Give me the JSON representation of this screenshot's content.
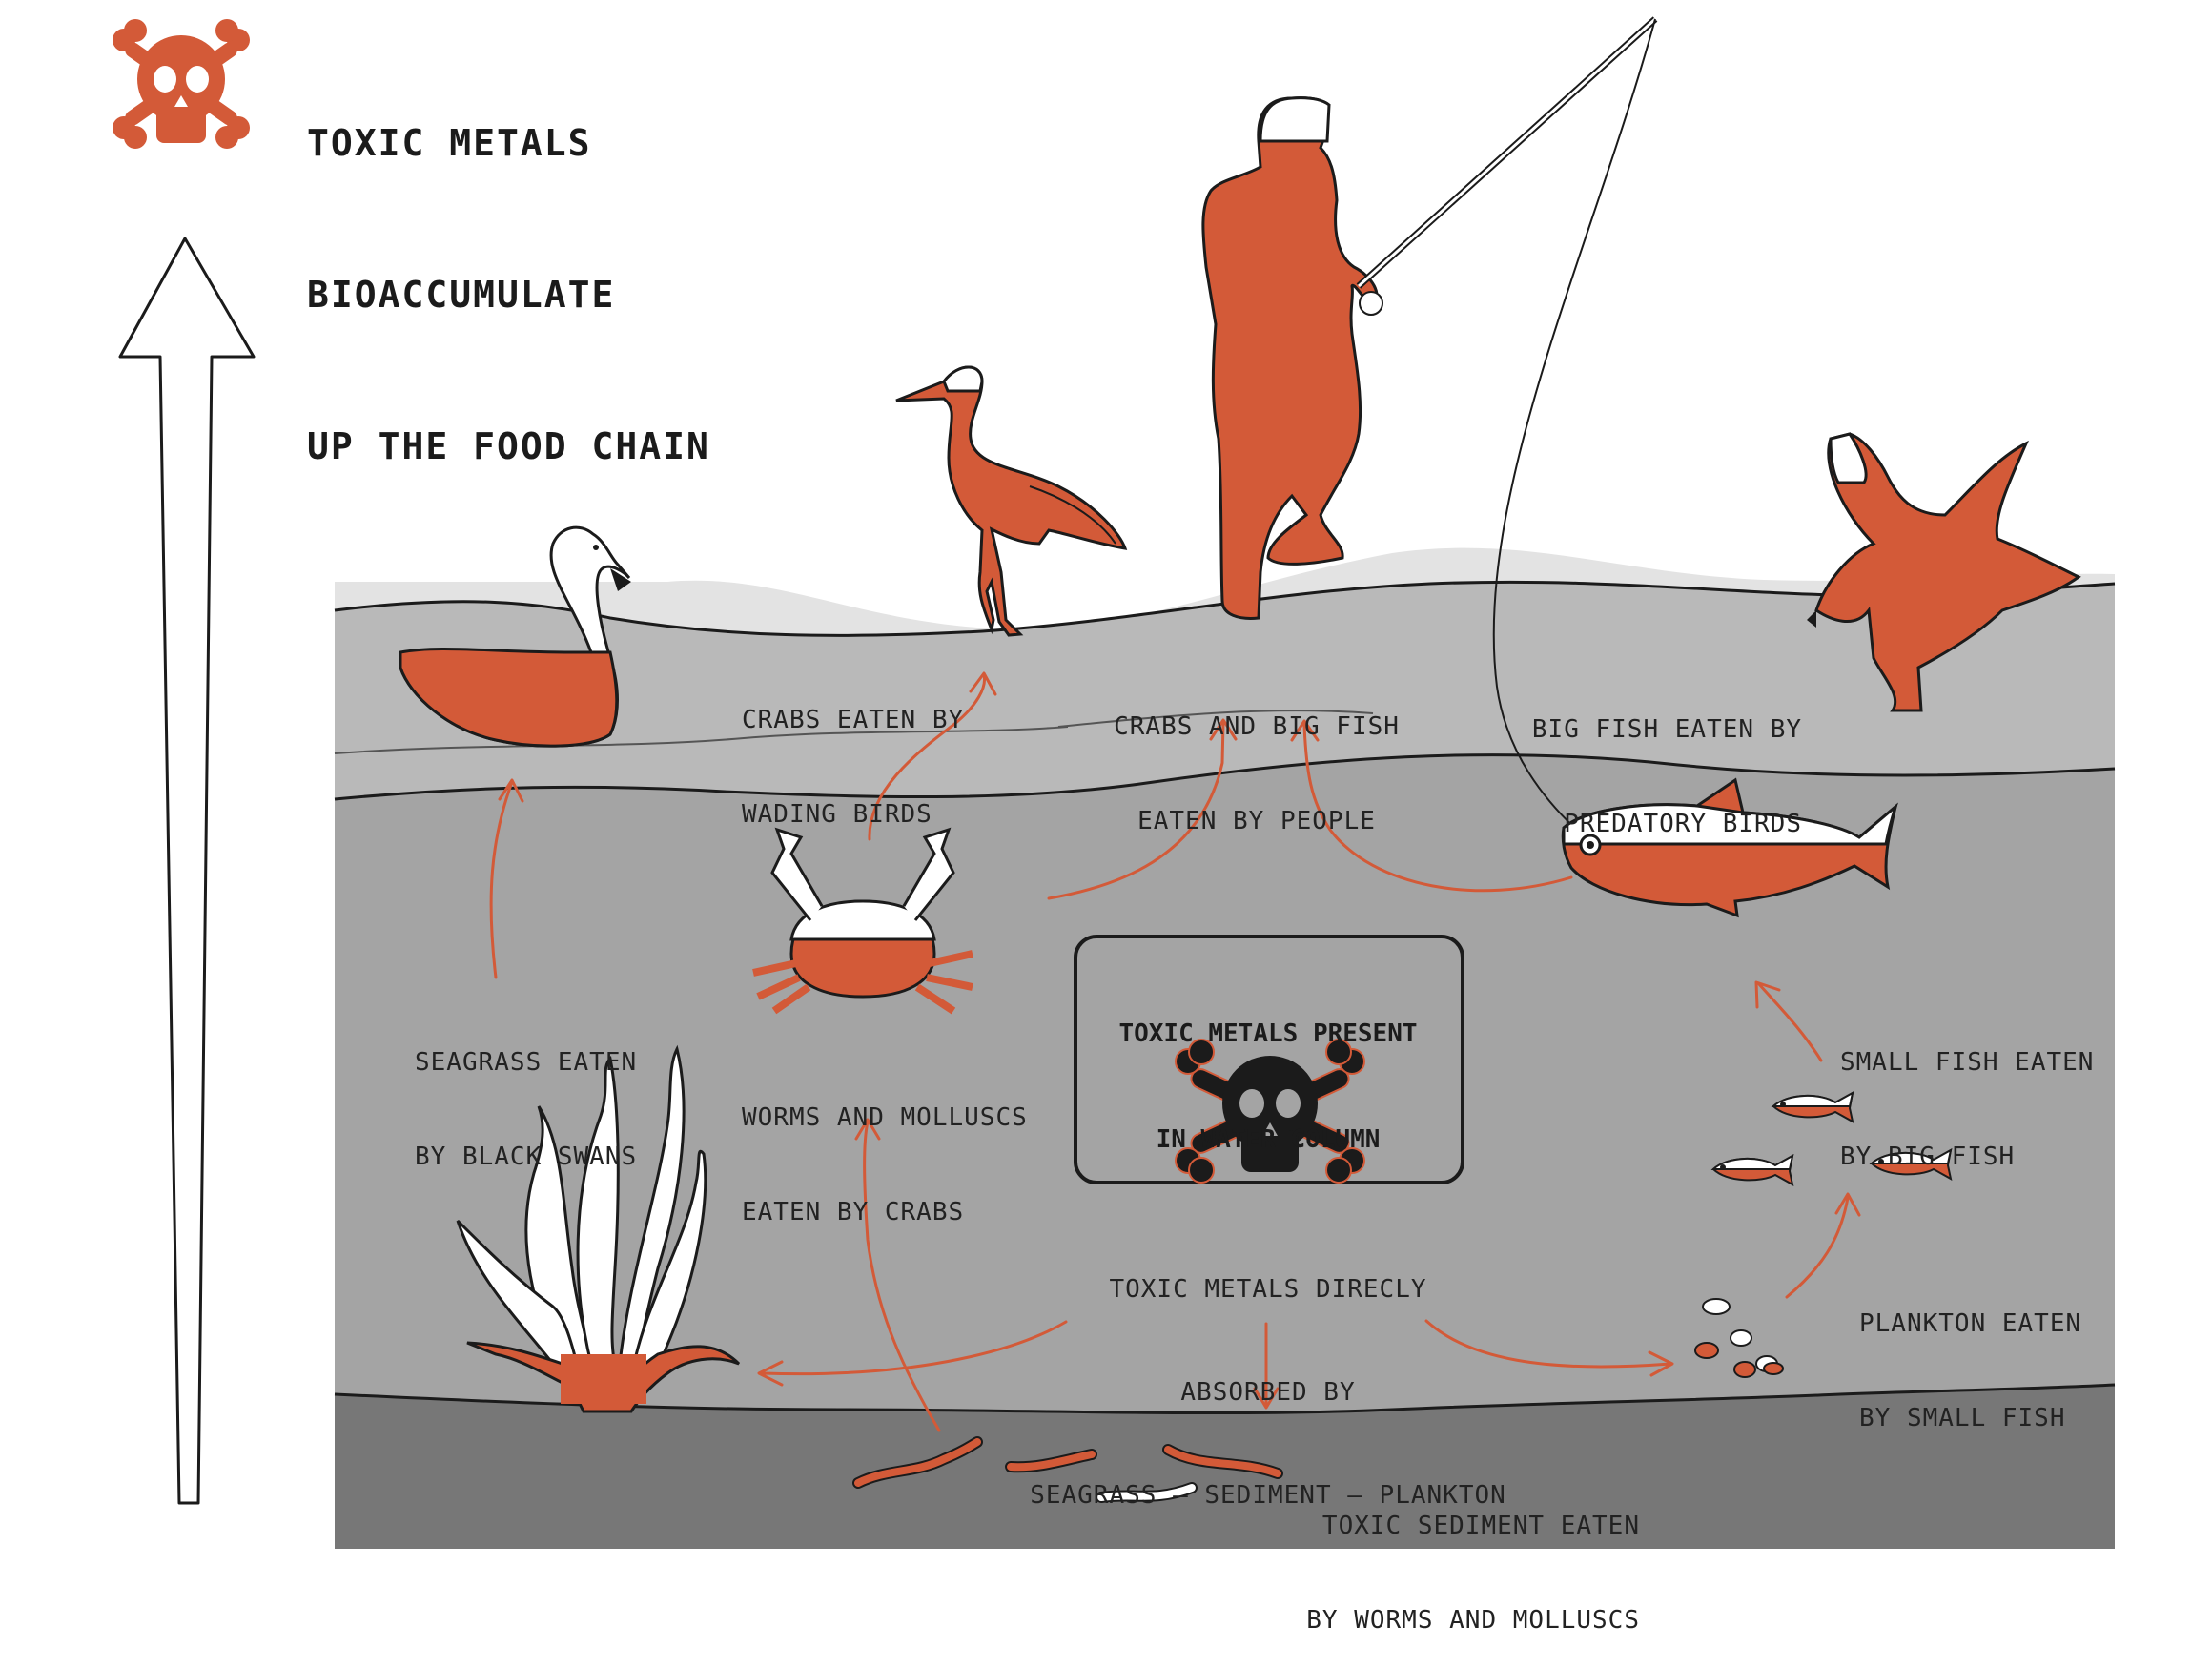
{
  "title": {
    "line1": "TOXIC METALS",
    "line2": "BIOACCUMULATE",
    "line3": "UP THE FOOD CHAIN"
  },
  "center_box": {
    "line1": "TOXIC METALS PRESENT",
    "line2": "IN WATER COLUMN"
  },
  "labels": {
    "crabs_birds": [
      "CRABS EATEN BY",
      "WADING BIRDS"
    ],
    "crabs_people": [
      "CRABS AND BIG FISH",
      "EATEN BY PEOPLE"
    ],
    "fish_birds": [
      "BIG FISH EATEN BY",
      "PREDATORY BIRDS"
    ],
    "seagrass_swans": [
      "SEAGRASS EATEN",
      "BY BLACK SWANS"
    ],
    "worms_crabs": [
      "WORMS AND MOLLUSCS",
      "EATEN BY CRABS"
    ],
    "small_big": [
      "SMALL FISH EATEN",
      "BY BIG FISH"
    ],
    "absorbed": [
      "TOXIC METALS DIRECLY",
      "ABSORBED BY",
      "SEAGRASS – SEDIMENT – PLANKTON"
    ],
    "plankton_small": [
      "PLANKTON EATEN",
      "BY SMALL FISH"
    ],
    "sediment_worms": [
      "TOXIC SEDIMENT EATEN",
      "BY WORMS AND MOLLUSCS"
    ]
  },
  "colors": {
    "toxic": "#d35a38",
    "outline": "#1b1b1b",
    "surface": "#e3e3e3",
    "shallow": "#b9b9b9",
    "mid": "#a4a4a4",
    "deep": "#777777"
  }
}
